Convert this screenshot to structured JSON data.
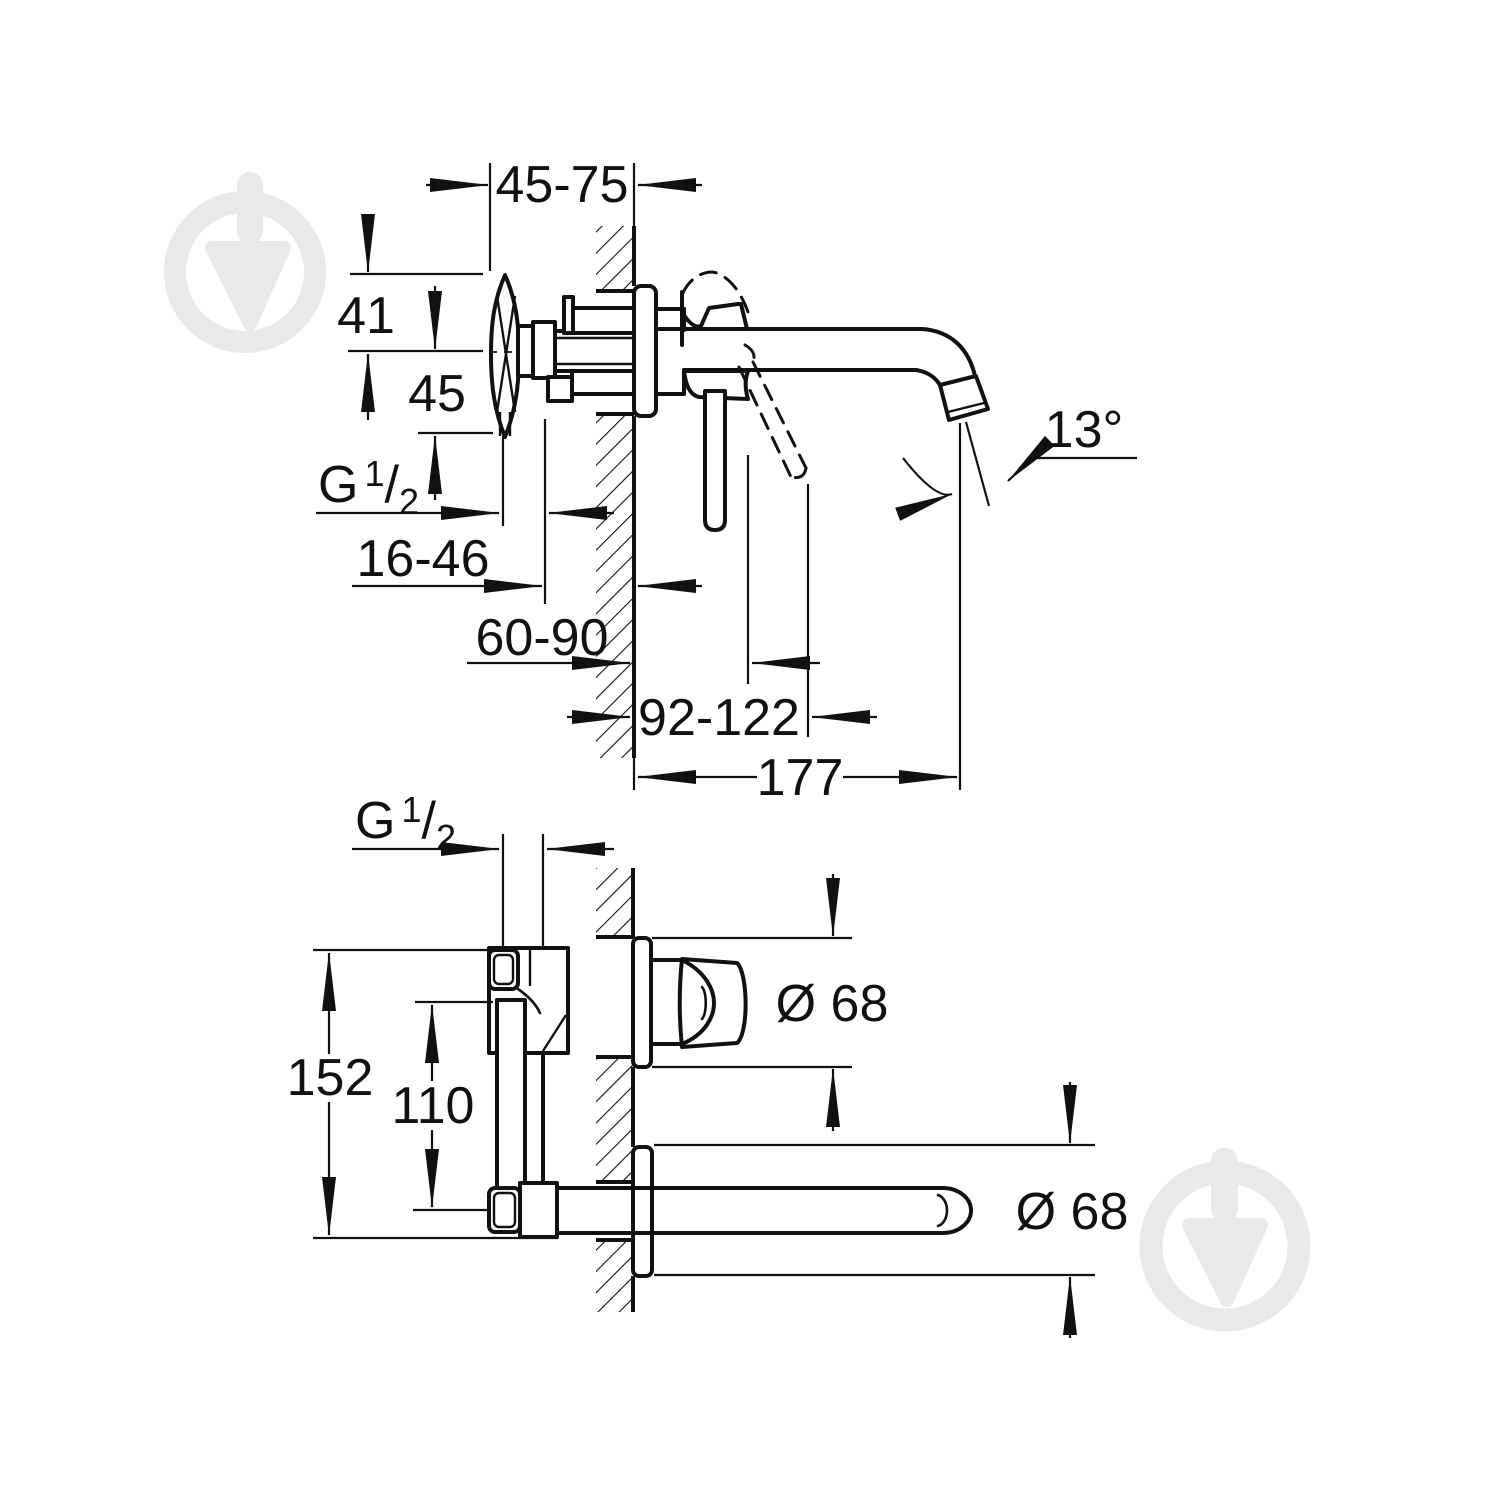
{
  "colors": {
    "line": "#111111",
    "background": "#ffffff",
    "watermark": "#e9e9e9"
  },
  "side_view": {
    "dims": {
      "wall_depth_range": "45-75",
      "above_center": "41",
      "below_center": "45",
      "supply_setback_range": "16-46",
      "lever_closed_range": "60-90",
      "lever_open_range": "92-122",
      "spout_reach": "177",
      "spout_angle": "13°"
    },
    "thread": {
      "prefix": "G",
      "numerator": "1",
      "divider": "/",
      "denominator": "2"
    }
  },
  "plan_view": {
    "dims": {
      "overall_height": "152",
      "connection_spacing": "110",
      "handle_escutcheon_diameter": "Ø 68",
      "spout_escutcheon_diameter": "Ø 68"
    },
    "thread": {
      "prefix": "G",
      "numerator": "1",
      "divider": "/",
      "denominator": "2"
    }
  }
}
